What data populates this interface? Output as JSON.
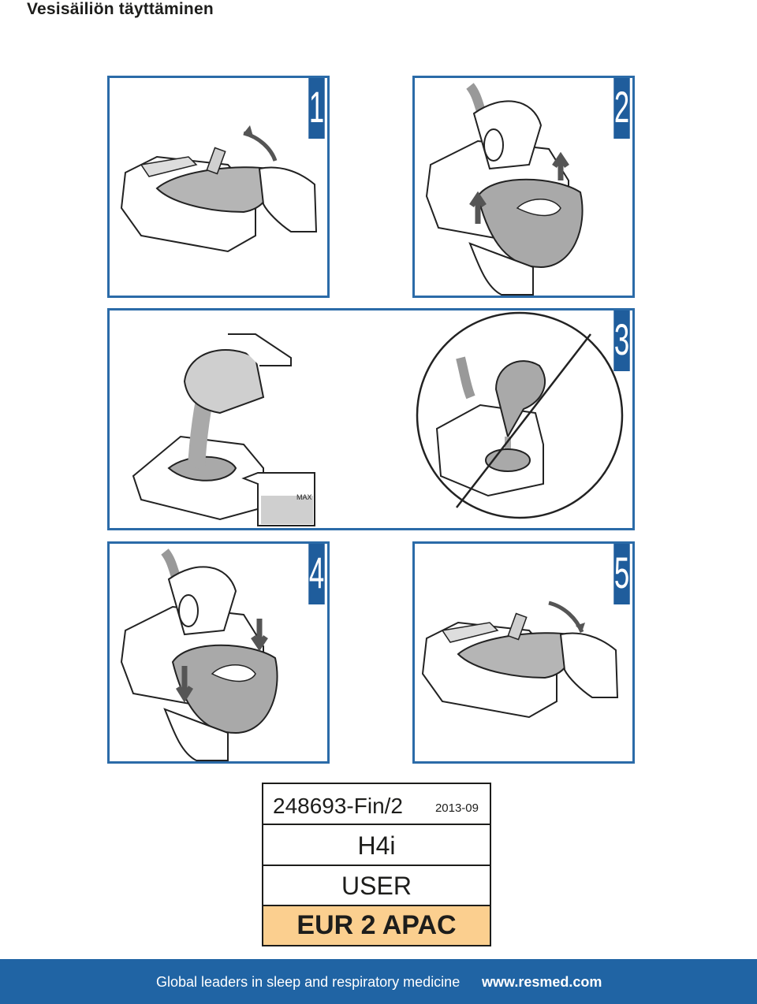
{
  "page": {
    "title": "Vesisäiliön täyttäminen"
  },
  "steps": [
    {
      "number": "1"
    },
    {
      "number": "2"
    },
    {
      "number": "3"
    },
    {
      "number": "4"
    },
    {
      "number": "5"
    }
  ],
  "illustration": {
    "max_mark": "MAX"
  },
  "label": {
    "code": "248693-Fin/2",
    "date": "2013-09",
    "model": "H4i",
    "audience": "USER",
    "region": "EUR 2 APAC"
  },
  "footer": {
    "slogan": "Global leaders in sleep and respiratory medicine",
    "website": "www.resmed.com"
  },
  "colors": {
    "accent_blue": "#1f5d9c",
    "region_highlight": "#fbcf8f",
    "water_grey": "#a9a9a9"
  }
}
